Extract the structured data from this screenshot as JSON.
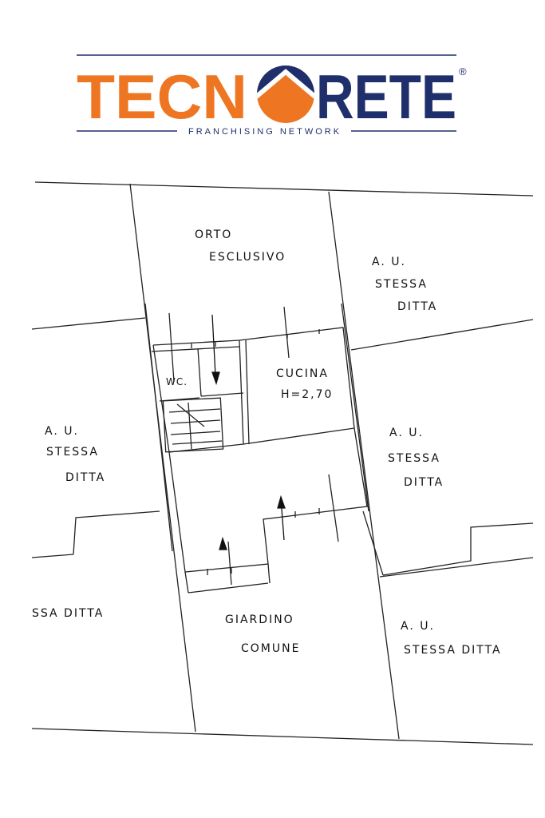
{
  "logo": {
    "brand_left": "TECN",
    "brand_right": "RETE",
    "registered": "®",
    "tagline": "FRANCHISING   NETWORK",
    "colors": {
      "orange": "#EE7623",
      "navy": "#1E2F6B"
    }
  },
  "plan_labels": {
    "orto_line1": "ORTO",
    "orto_line2": "ESCLUSIVO",
    "au_topright_1": "A. U.",
    "au_topright_2": "STESSA",
    "au_topright_3": "DITTA",
    "au_left_1": "A. U.",
    "au_left_2": "STESSA",
    "au_left_3": "DITTA",
    "au_midright_1": "A. U.",
    "au_midright_2": "STESSA",
    "au_midright_3": "DITTA",
    "left_cut": "SSA   DITTA",
    "wc": "WC.",
    "cucina": "CUCINA",
    "height": "H=2,70",
    "giardino_1": "GIARDINO",
    "giardino_2": "COMUNE",
    "au_bottomright_1": "A. U.",
    "au_bottomright_2": "STESSA  DITTA"
  }
}
